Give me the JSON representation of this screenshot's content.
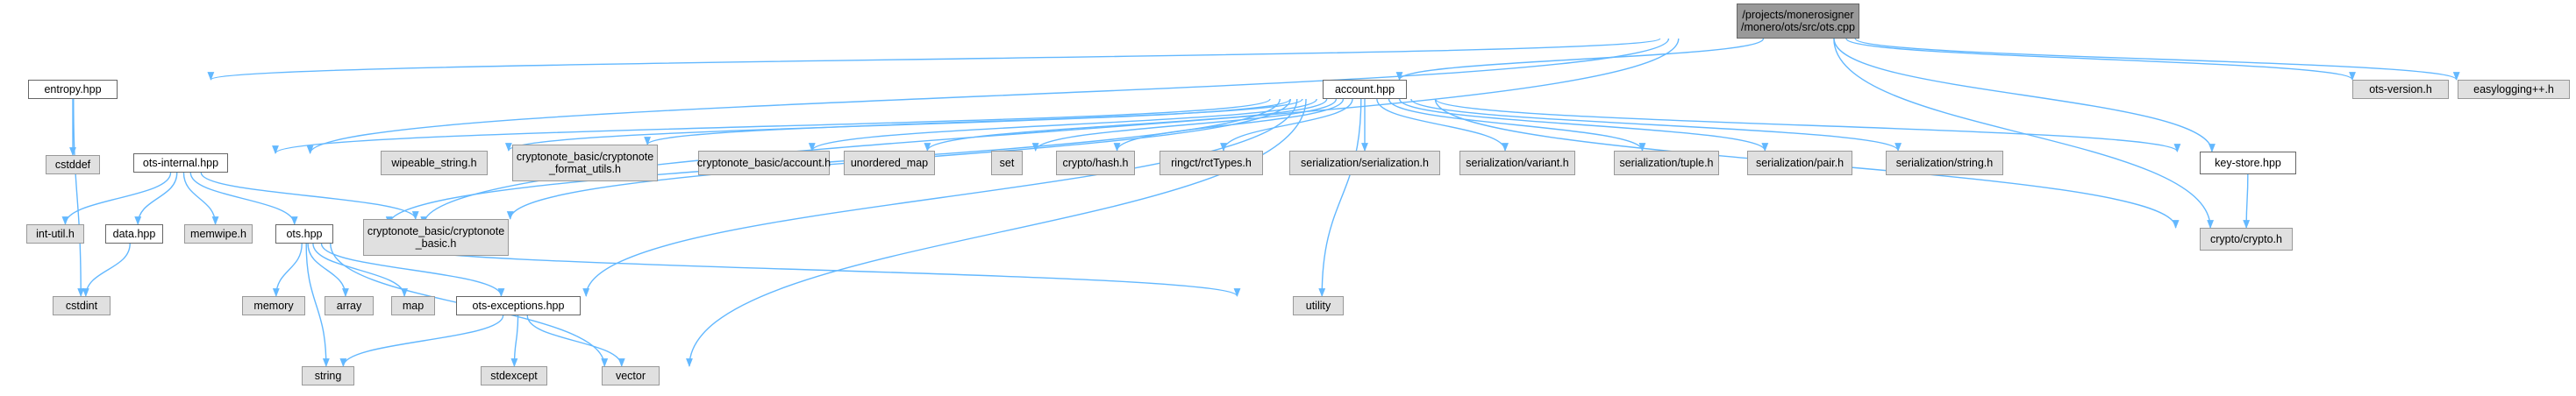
{
  "graph": {
    "nodes": [
      {
        "id": "ots_cpp",
        "label": "/projects/monerosigner\n/monero/ots/src/ots.cpp",
        "kind": "root"
      },
      {
        "id": "entropy",
        "label": "entropy.hpp",
        "kind": "hdr"
      },
      {
        "id": "account",
        "label": "account.hpp",
        "kind": "hdr"
      },
      {
        "id": "ots_version",
        "label": "ots-version.h",
        "kind": "sys"
      },
      {
        "id": "easylogging",
        "label": "easylogging++.h",
        "kind": "sys"
      },
      {
        "id": "cstddef",
        "label": "cstddef",
        "kind": "sys"
      },
      {
        "id": "ots_internal",
        "label": "ots-internal.hpp",
        "kind": "hdr"
      },
      {
        "id": "wipeable_string",
        "label": "wipeable_string.h",
        "kind": "sys"
      },
      {
        "id": "cn_format_utils",
        "label": "cryptonote_basic/cryptonote\n_format_utils.h",
        "kind": "sys"
      },
      {
        "id": "cn_account",
        "label": "cryptonote_basic/account.h",
        "kind": "sys"
      },
      {
        "id": "unordered_map",
        "label": "unordered_map",
        "kind": "sys"
      },
      {
        "id": "set",
        "label": "set",
        "kind": "sys"
      },
      {
        "id": "crypto_hash",
        "label": "crypto/hash.h",
        "kind": "sys"
      },
      {
        "id": "rctTypes",
        "label": "ringct/rctTypes.h",
        "kind": "sys"
      },
      {
        "id": "ser_serialization",
        "label": "serialization/serialization.h",
        "kind": "sys"
      },
      {
        "id": "ser_variant",
        "label": "serialization/variant.h",
        "kind": "sys"
      },
      {
        "id": "ser_tuple",
        "label": "serialization/tuple.h",
        "kind": "sys"
      },
      {
        "id": "ser_pair",
        "label": "serialization/pair.h",
        "kind": "sys"
      },
      {
        "id": "ser_string",
        "label": "serialization/string.h",
        "kind": "sys"
      },
      {
        "id": "key_store",
        "label": "key-store.hpp",
        "kind": "hdr"
      },
      {
        "id": "int_util",
        "label": "int-util.h",
        "kind": "sys"
      },
      {
        "id": "data_hpp",
        "label": "data.hpp",
        "kind": "hdr"
      },
      {
        "id": "memwipe",
        "label": "memwipe.h",
        "kind": "sys"
      },
      {
        "id": "ots_hpp",
        "label": "ots.hpp",
        "kind": "hdr"
      },
      {
        "id": "cn_basic",
        "label": "cryptonote_basic/cryptonote\n_basic.h",
        "kind": "sys"
      },
      {
        "id": "crypto_crypto",
        "label": "crypto/crypto.h",
        "kind": "sys"
      },
      {
        "id": "cstdint",
        "label": "cstdint",
        "kind": "sys"
      },
      {
        "id": "memory",
        "label": "memory",
        "kind": "sys"
      },
      {
        "id": "array",
        "label": "array",
        "kind": "sys"
      },
      {
        "id": "map",
        "label": "map",
        "kind": "sys"
      },
      {
        "id": "ots_exceptions",
        "label": "ots-exceptions.hpp",
        "kind": "hdr"
      },
      {
        "id": "utility",
        "label": "utility",
        "kind": "sys"
      },
      {
        "id": "string",
        "label": "string",
        "kind": "sys"
      },
      {
        "id": "stdexcept",
        "label": "stdexcept",
        "kind": "sys"
      },
      {
        "id": "vector",
        "label": "vector",
        "kind": "sys"
      }
    ],
    "edges": [
      [
        "ots_cpp",
        "entropy"
      ],
      [
        "ots_cpp",
        "account"
      ],
      [
        "ots_cpp",
        "ots_version"
      ],
      [
        "ots_cpp",
        "easylogging"
      ],
      [
        "ots_cpp",
        "ots_internal"
      ],
      [
        "ots_cpp",
        "ots_hpp"
      ],
      [
        "ots_cpp",
        "key_store"
      ],
      [
        "ots_cpp",
        "crypto_crypto"
      ],
      [
        "entropy",
        "cstddef"
      ],
      [
        "entropy",
        "cstdint"
      ],
      [
        "account",
        "ots_internal"
      ],
      [
        "account",
        "ots_hpp"
      ],
      [
        "account",
        "wipeable_string"
      ],
      [
        "account",
        "cn_format_utils"
      ],
      [
        "account",
        "cn_account"
      ],
      [
        "account",
        "unordered_map"
      ],
      [
        "account",
        "set"
      ],
      [
        "account",
        "crypto_hash"
      ],
      [
        "account",
        "rctTypes"
      ],
      [
        "account",
        "ser_serialization"
      ],
      [
        "account",
        "ser_variant"
      ],
      [
        "account",
        "ser_tuple"
      ],
      [
        "account",
        "ser_pair"
      ],
      [
        "account",
        "ser_string"
      ],
      [
        "account",
        "key_store"
      ],
      [
        "account",
        "crypto_crypto"
      ],
      [
        "account",
        "cn_basic"
      ],
      [
        "account",
        "ots_exceptions"
      ],
      [
        "account",
        "utility"
      ],
      [
        "account",
        "vector"
      ],
      [
        "ots_internal",
        "int_util"
      ],
      [
        "ots_internal",
        "data_hpp"
      ],
      [
        "ots_internal",
        "memwipe"
      ],
      [
        "ots_internal",
        "ots_hpp"
      ],
      [
        "ots_internal",
        "cn_basic"
      ],
      [
        "data_hpp",
        "cstdint"
      ],
      [
        "key_store",
        "crypto_crypto"
      ],
      [
        "ots_hpp",
        "memory"
      ],
      [
        "ots_hpp",
        "array"
      ],
      [
        "ots_hpp",
        "map"
      ],
      [
        "ots_hpp",
        "ots_exceptions"
      ],
      [
        "ots_hpp",
        "utility"
      ],
      [
        "ots_hpp",
        "string"
      ],
      [
        "ots_hpp",
        "vector"
      ],
      [
        "ots_exceptions",
        "string"
      ],
      [
        "ots_exceptions",
        "stdexcept"
      ],
      [
        "ots_exceptions",
        "vector"
      ]
    ]
  }
}
